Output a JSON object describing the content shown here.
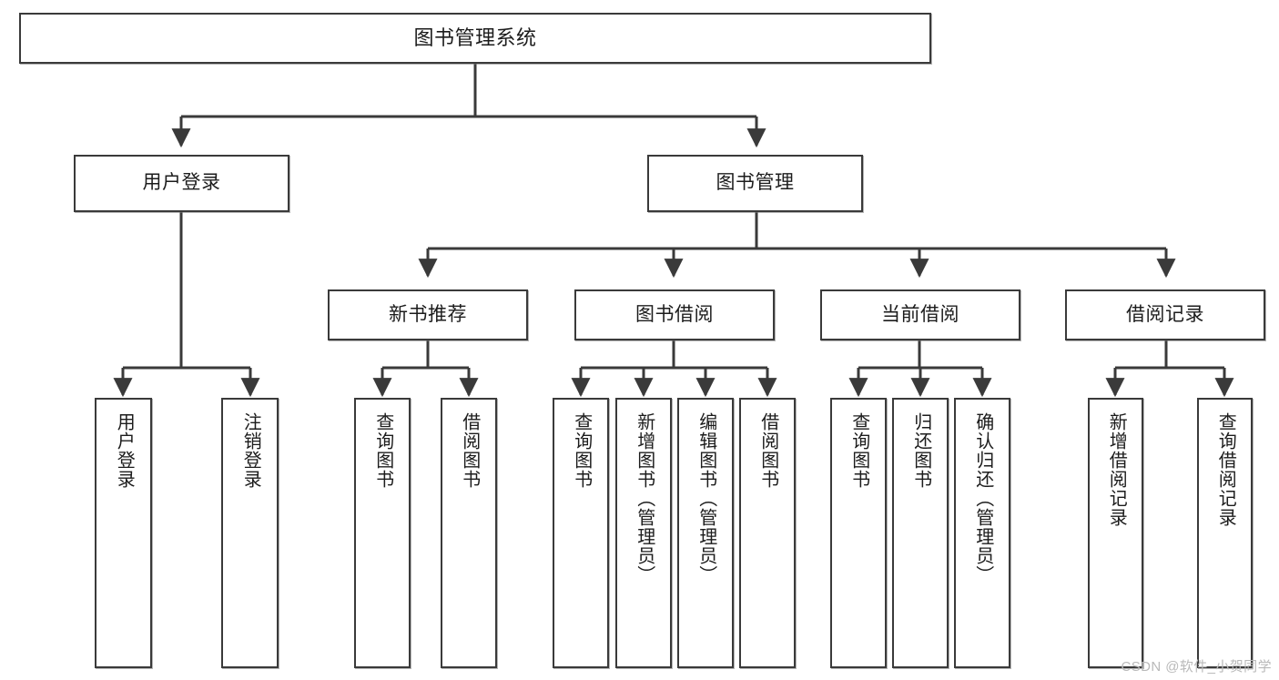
{
  "diagram": {
    "title": "图书管理系统",
    "type": "tree-hierarchy-diagram",
    "colors": {
      "box_border": "#3a3a3a",
      "box_fill": "#ffffff",
      "edge": "#3a3a3a",
      "text": "#1c1c1c",
      "watermark": "#b9b9b9",
      "background": "#ffffff"
    },
    "root": {
      "label": "图书管理系统"
    },
    "level2": [
      {
        "label": "用户登录"
      },
      {
        "label": "图书管理"
      }
    ],
    "level3": [
      {
        "label": "新书推荐"
      },
      {
        "label": "图书借阅"
      },
      {
        "label": "当前借阅"
      },
      {
        "label": "借阅记录"
      }
    ],
    "leaves": {
      "user_login": [
        {
          "label": "用户登录"
        },
        {
          "label": "注销登录"
        }
      ],
      "new_book_recommend": [
        {
          "label": "查询图书"
        },
        {
          "label": "借阅图书"
        }
      ],
      "book_borrow": [
        {
          "label": "查询图书"
        },
        {
          "label": "新增图书（管理员）"
        },
        {
          "label": "编辑图书（管理员）"
        },
        {
          "label": "借阅图书"
        }
      ],
      "current_borrow": [
        {
          "label": "查询图书"
        },
        {
          "label": "归还图书"
        },
        {
          "label": "确认归还（管理员）"
        }
      ],
      "borrow_record": [
        {
          "label": "新增借阅记录"
        },
        {
          "label": "查询借阅记录"
        }
      ]
    }
  },
  "watermark": {
    "text": "CSDN @软件_小贺同学"
  }
}
